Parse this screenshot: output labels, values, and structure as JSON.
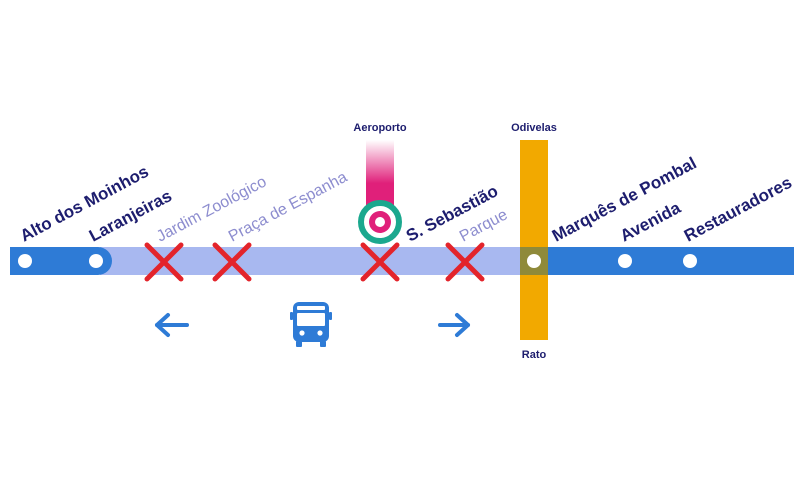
{
  "map": {
    "line_colors": {
      "blue_line": "#2e7bd6",
      "closed_section": "#a8b8f0",
      "red_line": "#e0207a",
      "yellow_line": "#f2a900",
      "interchange_ring": "#1ba88e",
      "closed_marker": "#e3242b",
      "arrow": "#2e7bd6"
    },
    "stations": {
      "alto_dos_moinhos": "Alto dos Moinhos",
      "laranjeiras": "Laranjeiras",
      "jardim_zoologico": "Jardim Zoológico",
      "praca_de_espanha": "Praça de Espanha",
      "s_sebastiao": "S. Sebastião",
      "parque": "Parque",
      "marques_de_pombal": "Marquês de Pombal",
      "avenida": "Avenida",
      "restauradores": "Restauradores"
    },
    "connecting_lines": {
      "red_terminus": "Aeroporto",
      "yellow_north": "Odivelas",
      "yellow_south": "Rato"
    },
    "closed_stations": [
      "Jardim Zoológico",
      "Praça de Espanha",
      "S. Sebastião",
      "Parque"
    ],
    "icons": {
      "left_arrow": "arrow-left-icon",
      "bus": "bus-icon",
      "right_arrow": "arrow-right-icon",
      "closed": "x-mark-icon"
    }
  }
}
